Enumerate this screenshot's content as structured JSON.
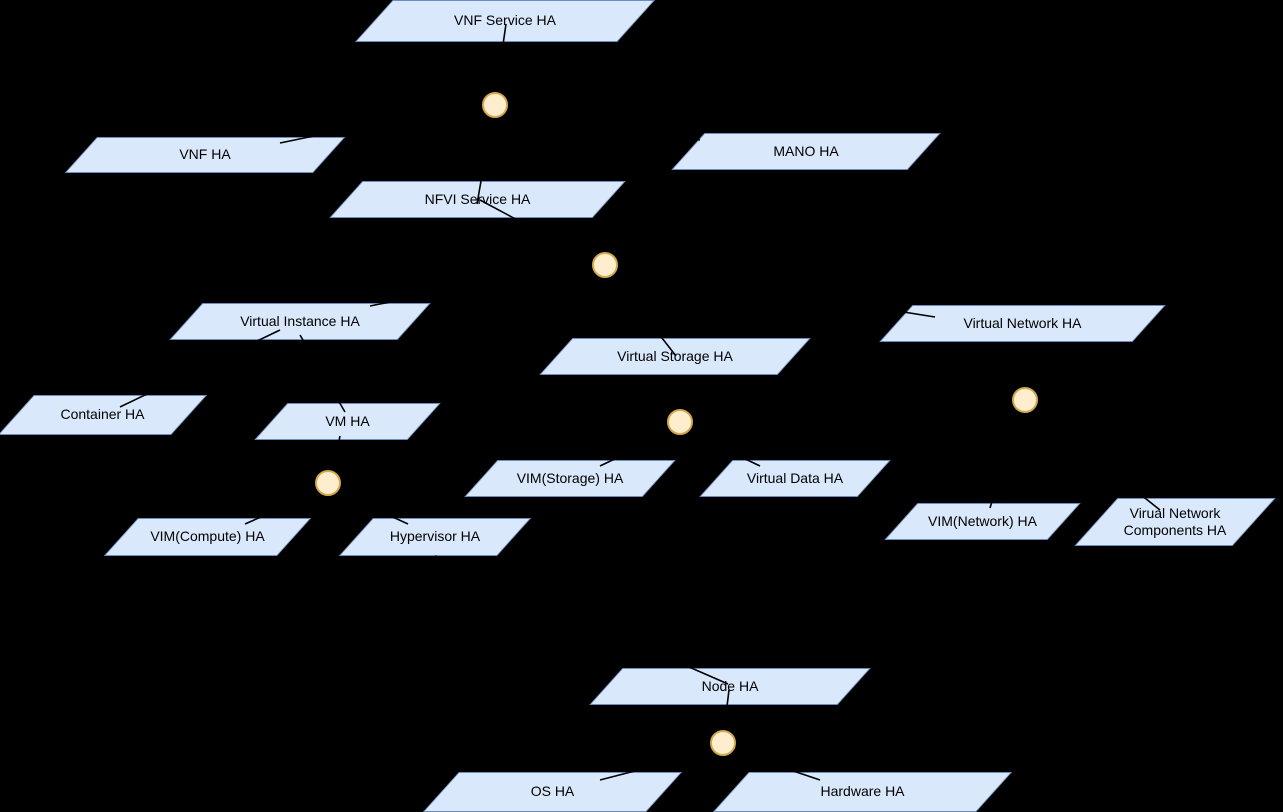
{
  "diagram": {
    "colors": {
      "background": "#000000",
      "node_fill": "#dae8fc",
      "node_stroke": "#6c8ebf",
      "junction_fill": "#ffeecd",
      "junction_stroke": "#d1a84f",
      "connector_line": "#000000",
      "label_text": "#000000"
    },
    "nodes": [
      {
        "id": "vnf-service-ha",
        "label": "VNF Service HA"
      },
      {
        "id": "vnf-ha",
        "label": "VNF HA"
      },
      {
        "id": "mano-ha",
        "label": "MANO HA"
      },
      {
        "id": "nfvi-service-ha",
        "label": "NFVI Service HA"
      },
      {
        "id": "virtual-instance-ha",
        "label": "Virtual Instance HA"
      },
      {
        "id": "virtual-network-ha",
        "label": "Virtual Network HA"
      },
      {
        "id": "virtual-storage-ha",
        "label": "Virtual Storage HA"
      },
      {
        "id": "container-ha",
        "label": "Container HA"
      },
      {
        "id": "vm-ha",
        "label": "VM HA"
      },
      {
        "id": "vim-storage-ha",
        "label": "VIM(Storage) HA"
      },
      {
        "id": "virtual-data-ha",
        "label": "Virtual Data HA"
      },
      {
        "id": "vim-network-ha",
        "label": "VIM(Network) HA"
      },
      {
        "id": "virtual-network-components-ha",
        "label": "Virual Network\nComponents HA"
      },
      {
        "id": "vim-compute-ha",
        "label": "VIM(Compute) HA"
      },
      {
        "id": "hypervisor-ha",
        "label": "Hypervisor HA"
      },
      {
        "id": "node-ha",
        "label": "Node HA"
      },
      {
        "id": "os-ha",
        "label": "OS HA"
      },
      {
        "id": "hardware-ha",
        "label": "Hardware HA"
      }
    ],
    "junctions": [
      {
        "id": "junction-1"
      },
      {
        "id": "junction-2"
      },
      {
        "id": "junction-3"
      },
      {
        "id": "junction-4"
      },
      {
        "id": "junction-5"
      },
      {
        "id": "junction-6"
      }
    ]
  }
}
